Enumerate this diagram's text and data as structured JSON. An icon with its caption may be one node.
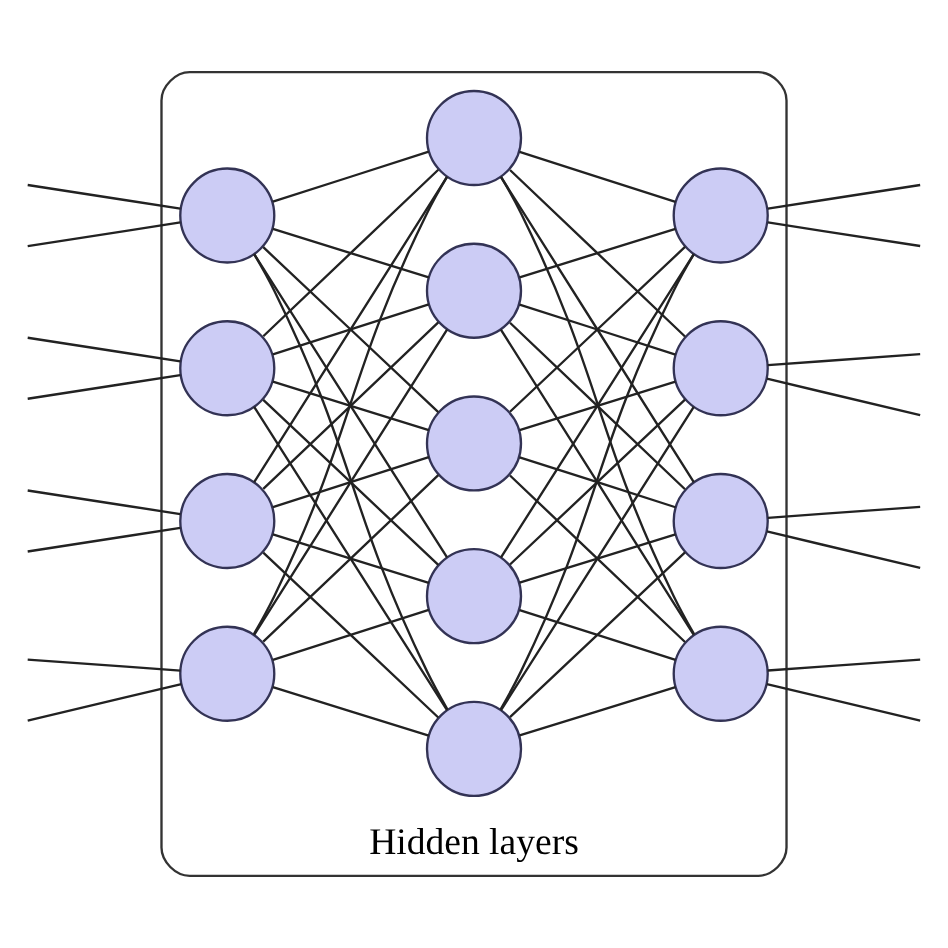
{
  "diagram": {
    "nodes": [
      {
        "text": [
          "Hidden layers"
        ]
      },
      {
        "text": [],
        "shape": "circle",
        "in": 0
      },
      {
        "text": [],
        "shape": "circle",
        "in": 0
      },
      {
        "text": [],
        "shape": "circle",
        "in": 0
      },
      {
        "text": [],
        "shape": "circle",
        "in": 0
      },
      {
        "text": [],
        "shape": "circle",
        "in": 0
      },
      {
        "text": [],
        "shape": "circle",
        "in": 0
      },
      {
        "text": [],
        "shape": "circle",
        "in": 0
      },
      {
        "text": [],
        "shape": "circle",
        "in": 0
      },
      {
        "text": [],
        "shape": "circle",
        "in": 0
      },
      {
        "text": [],
        "shape": "circle",
        "in": 0
      },
      {
        "text": [],
        "shape": "circle",
        "in": 0
      },
      {
        "text": [],
        "shape": "circle",
        "in": 0
      },
      {
        "text": [],
        "shape": "circle",
        "in": 0
      }
    ],
    "edges": [
      {
        "from": null,
        "to": 1,
        "arrow": "none"
      },
      {
        "from": null,
        "to": 1,
        "arrow": "none"
      },
      {
        "from": null,
        "to": 2,
        "arrow": "none"
      },
      {
        "from": null,
        "to": 2,
        "arrow": "none"
      },
      {
        "from": null,
        "to": 3,
        "arrow": "none"
      },
      {
        "from": null,
        "to": 3,
        "arrow": "none"
      },
      {
        "from": null,
        "to": 4,
        "arrow": "none"
      },
      {
        "from": null,
        "to": 4,
        "arrow": "none"
      },
      {
        "from": 1,
        "to": 5,
        "arrow": "none"
      },
      {
        "from": 1,
        "to": 6,
        "arrow": "none"
      },
      {
        "from": 1,
        "to": 7,
        "arrow": "none"
      },
      {
        "from": 1,
        "to": 8,
        "arrow": "none"
      },
      {
        "from": 1,
        "to": 9,
        "arrow": "none"
      },
      {
        "from": 2,
        "to": 5,
        "arrow": "none"
      },
      {
        "from": 2,
        "to": 6,
        "arrow": "none"
      },
      {
        "from": 2,
        "to": 7,
        "arrow": "none"
      },
      {
        "from": 2,
        "to": 8,
        "arrow": "none"
      },
      {
        "from": 2,
        "to": 9,
        "arrow": "none"
      },
      {
        "from": 3,
        "to": 5,
        "arrow": "none"
      },
      {
        "from": 3,
        "to": 6,
        "arrow": "none"
      },
      {
        "from": 3,
        "to": 7,
        "arrow": "none"
      },
      {
        "from": 3,
        "to": 8,
        "arrow": "none"
      },
      {
        "from": 3,
        "to": 9,
        "arrow": "none"
      },
      {
        "from": 4,
        "to": 5,
        "arrow": "none"
      },
      {
        "from": 4,
        "to": 6,
        "arrow": "none"
      },
      {
        "from": 4,
        "to": 7,
        "arrow": "none"
      },
      {
        "from": 4,
        "to": 8,
        "arrow": "none"
      },
      {
        "from": 4,
        "to": 9,
        "arrow": "none"
      },
      {
        "from": 5,
        "to": 10,
        "arrow": "none"
      },
      {
        "from": 5,
        "to": 11,
        "arrow": "none"
      },
      {
        "from": 5,
        "to": 12,
        "arrow": "none"
      },
      {
        "from": 5,
        "to": 13,
        "arrow": "none"
      },
      {
        "from": 6,
        "to": 10,
        "arrow": "none"
      },
      {
        "from": 6,
        "to": 11,
        "arrow": "none"
      },
      {
        "from": 6,
        "to": 12,
        "arrow": "none"
      },
      {
        "from": 6,
        "to": 13,
        "arrow": "none"
      },
      {
        "from": 7,
        "to": 10,
        "arrow": "none"
      },
      {
        "from": 7,
        "to": 11,
        "arrow": "none"
      },
      {
        "from": 7,
        "to": 12,
        "arrow": "none"
      },
      {
        "from": 7,
        "to": 13,
        "arrow": "none"
      },
      {
        "from": 8,
        "to": 10,
        "arrow": "none"
      },
      {
        "from": 8,
        "to": 11,
        "arrow": "none"
      },
      {
        "from": 8,
        "to": 12,
        "arrow": "none"
      },
      {
        "from": 8,
        "to": 13,
        "arrow": "none"
      },
      {
        "from": 9,
        "to": 10,
        "arrow": "none"
      },
      {
        "from": 9,
        "to": 11,
        "arrow": "none"
      },
      {
        "from": 9,
        "to": 12,
        "arrow": "none"
      },
      {
        "from": 9,
        "to": 13,
        "arrow": "none"
      },
      {
        "from": 10,
        "to": null,
        "arrow": "none"
      },
      {
        "from": 10,
        "to": null,
        "arrow": "none"
      },
      {
        "from": 11,
        "to": null,
        "arrow": "none"
      },
      {
        "from": 11,
        "to": null,
        "arrow": "none"
      },
      {
        "from": 12,
        "to": null,
        "arrow": "none"
      },
      {
        "from": 12,
        "to": null,
        "arrow": "none"
      },
      {
        "from": 13,
        "to": null,
        "arrow": "none"
      },
      {
        "from": 13,
        "to": null,
        "arrow": "none"
      }
    ]
  }
}
